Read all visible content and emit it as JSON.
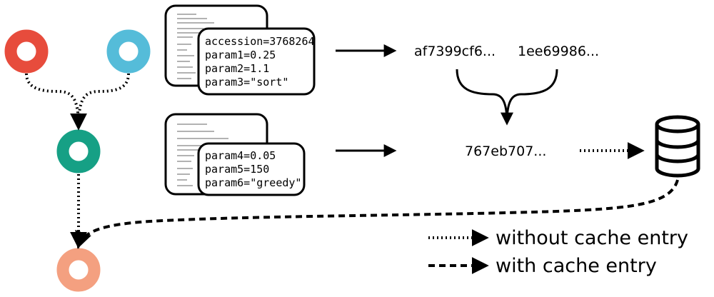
{
  "nodes": {
    "input_a": {
      "color": "#e74c3c"
    },
    "input_b": {
      "color": "#55bcd9"
    },
    "process": {
      "color": "#16a085"
    },
    "output": {
      "color": "#f4a080"
    }
  },
  "code_block_1": {
    "params": [
      "accession=3768264",
      "param1=0.25",
      "param2=1.1",
      "param3=\"sort\""
    ]
  },
  "code_block_2": {
    "params": [
      "param4=0.05",
      "param5=150",
      "param6=\"greedy\""
    ]
  },
  "hashes": {
    "hash_a": "af7399cf6...",
    "hash_b": "1ee69986...",
    "hash_combined": "767eb707..."
  },
  "legend": {
    "without_cache": "without cache entry",
    "with_cache": "with cache entry"
  },
  "icons": {
    "cache": "database-icon"
  }
}
